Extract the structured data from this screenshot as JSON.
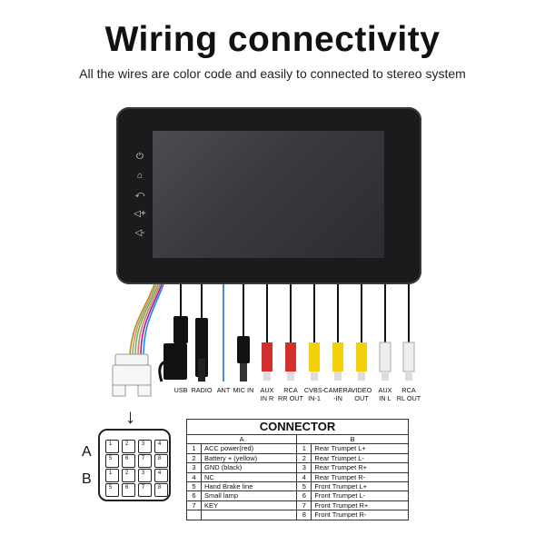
{
  "header": {
    "title": "Wiring connectivity",
    "subtitle": "All the wires are color code and easily to connected to stereo system"
  },
  "device": {
    "buttons": [
      {
        "icon": "power-icon",
        "glyph": "⏻"
      },
      {
        "icon": "home-icon",
        "glyph": "⌂"
      },
      {
        "icon": "back-icon",
        "glyph": "⤺"
      },
      {
        "icon": "volume-up-icon",
        "glyph": "◁+"
      },
      {
        "icon": "volume-down-icon",
        "glyph": "◁-"
      }
    ]
  },
  "ports": [
    {
      "label": "USB",
      "color": "#111111"
    },
    {
      "label": "RADIO",
      "color": "#111111"
    },
    {
      "label": "ANT",
      "color": "#1565c0"
    },
    {
      "label": "MIC IN",
      "color": "#111111"
    },
    {
      "label": "AUX\nIN R",
      "color": "#d32f2f"
    },
    {
      "label": "RCA\nRR OUT",
      "color": "#d32f2f"
    },
    {
      "label": "CVBS-\nIN-1",
      "color": "#f4d20b"
    },
    {
      "label": "CAMERA\n-IN",
      "color": "#f4d20b"
    },
    {
      "label": "VIDEO\nOUT",
      "color": "#f4d20b"
    },
    {
      "label": "AUX\nIN L",
      "color": "#eeeeee"
    },
    {
      "label": "RCA\nRL OUT",
      "color": "#eeeeee"
    }
  ],
  "harness": {
    "row_a_label": "A",
    "row_b_label": "B",
    "pin_numbers": [
      "1",
      "2",
      "3",
      "4",
      "5",
      "6",
      "7",
      "8"
    ]
  },
  "connector": {
    "title": "CONNECTOR",
    "col_a": "A",
    "col_b": "B",
    "rows": [
      {
        "a_num": "1",
        "a": "ACC power(red)",
        "b_num": "1",
        "b": "Rear Trumpet L+"
      },
      {
        "a_num": "2",
        "a": "Battery + (yellow)",
        "b_num": "2",
        "b": "Rear Trumpet L-"
      },
      {
        "a_num": "3",
        "a": "GND (black)",
        "b_num": "3",
        "b": "Rear Trumpet R+"
      },
      {
        "a_num": "4",
        "a": "NC",
        "b_num": "4",
        "b": "Rear Trumpet R-"
      },
      {
        "a_num": "5",
        "a": "Hand Brake line",
        "b_num": "5",
        "b": "Front Trumpet L+"
      },
      {
        "a_num": "6",
        "a": "Small lamp",
        "b_num": "6",
        "b": "Front Trumpet L-"
      },
      {
        "a_num": "7",
        "a": "KEY",
        "b_num": "7",
        "b": "Front Trumpet R+"
      },
      {
        "a_num": "",
        "a": "",
        "b_num": "8",
        "b": "Front Trumpet R-"
      }
    ]
  }
}
